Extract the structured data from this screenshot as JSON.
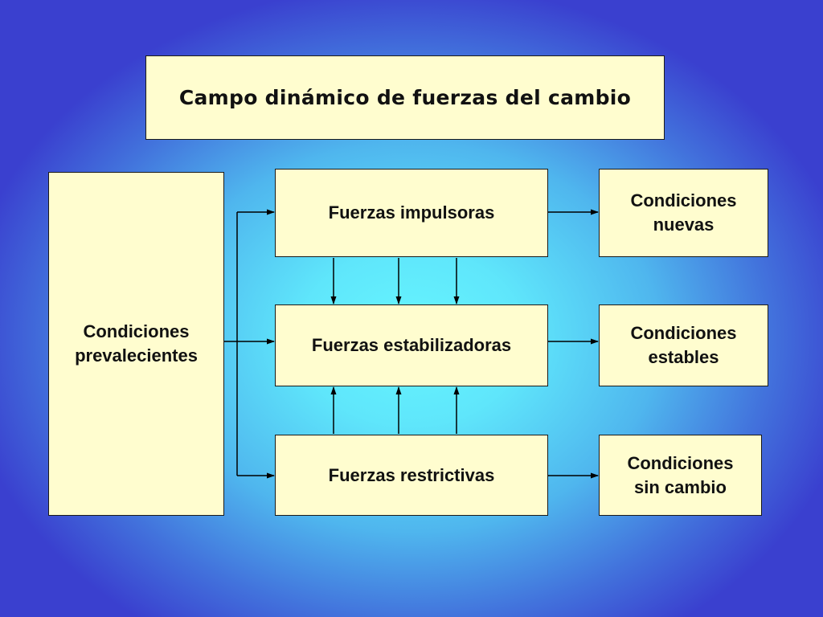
{
  "title": "Campo dinámico de fuerzas del cambio",
  "nodes": {
    "prevalecientes": {
      "line1": "Condiciones",
      "line2": "prevalecientes"
    },
    "impulsoras": "Fuerzas impulsoras",
    "estabilizadoras": "Fuerzas estabilizadoras",
    "restrictivas": "Fuerzas restrictivas",
    "nuevas": {
      "line1": "Condiciones",
      "line2": "nuevas"
    },
    "estables": {
      "line1": "Condiciones",
      "line2": "estables"
    },
    "sin_cambio": {
      "line1": "Condiciones",
      "line2": "sin cambio"
    }
  },
  "colors": {
    "box_fill": "#fffdcf",
    "background_center": "#66f6ff",
    "background_edge": "#3a40cf"
  }
}
